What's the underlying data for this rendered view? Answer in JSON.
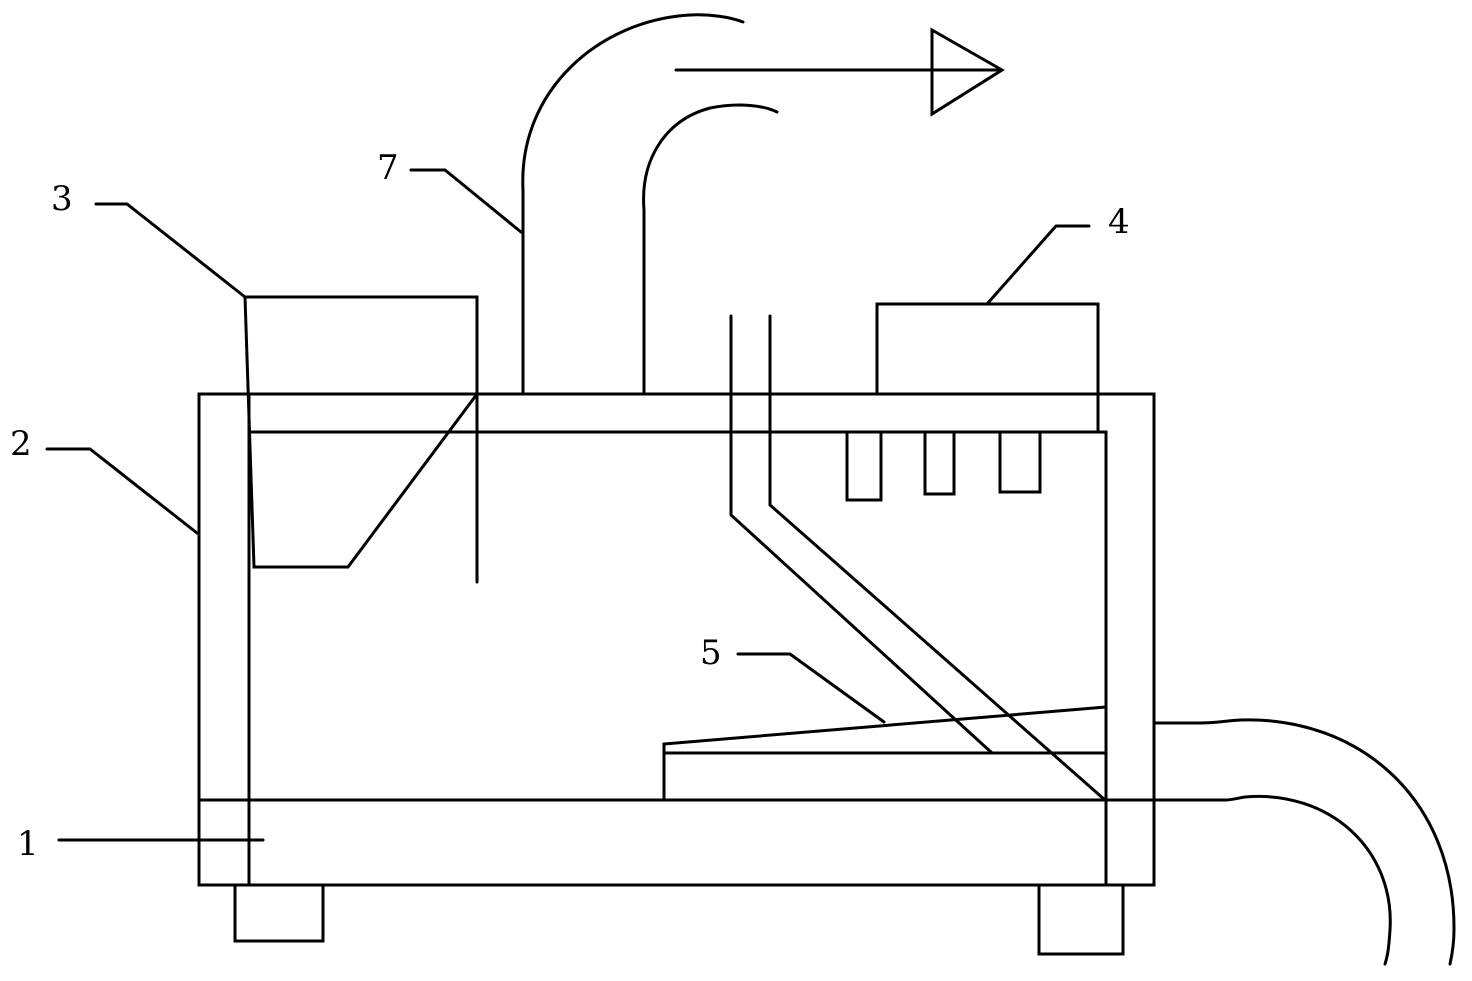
{
  "labels": {
    "base": "1",
    "housing": "2",
    "hopper": "3",
    "top_box": "4",
    "chute": "5",
    "exhaust_pipe": "7"
  }
}
